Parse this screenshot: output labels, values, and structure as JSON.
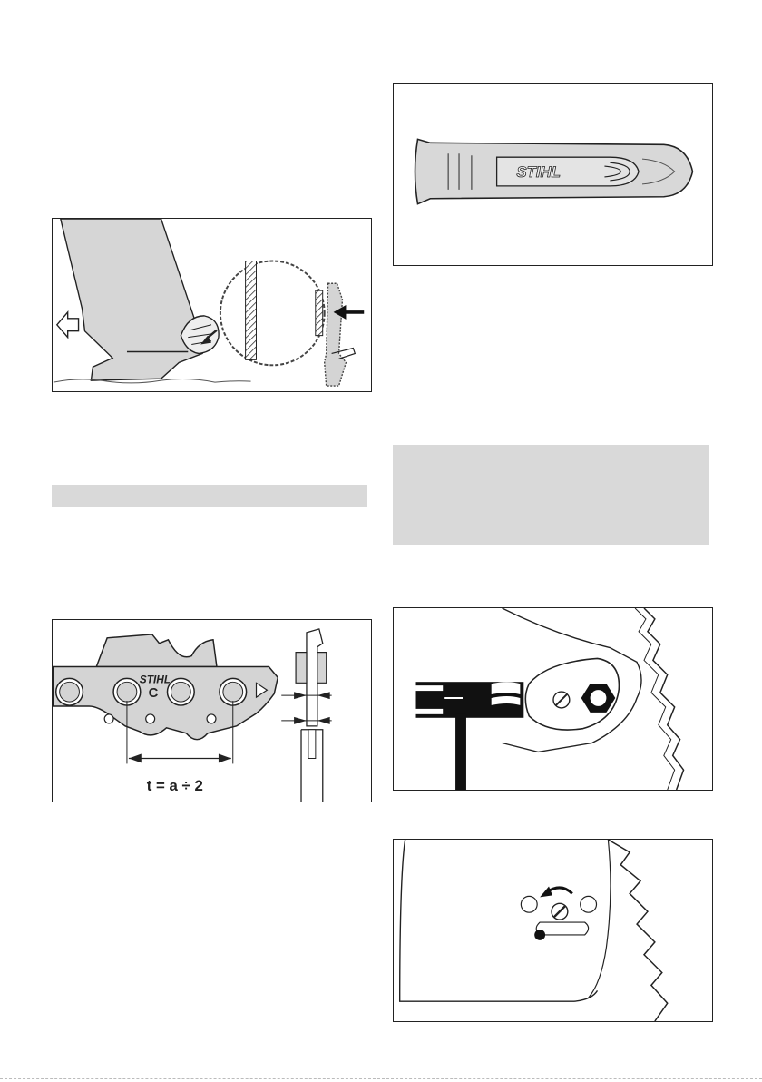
{
  "figures": {
    "felling_notch": {
      "arrow_icon": "arrow-left-outline-icon",
      "pointer_icon": "arrow-down-left-icon"
    },
    "chain_pitch": {
      "brand": "STIHL",
      "cutter_letter": "C",
      "formula": "t = a ÷ 2"
    },
    "chain_guard": {
      "brand": "STIHL"
    },
    "screw_tool": {
      "tool_icon": "screwdriver-icon"
    },
    "adjust_screw": {
      "rotate_icon": "rotate-counterclockwise-icon"
    }
  },
  "colors": {
    "band": "#d9d9d9",
    "bar_fill": "#d4d4d4",
    "outline": "#222222"
  }
}
